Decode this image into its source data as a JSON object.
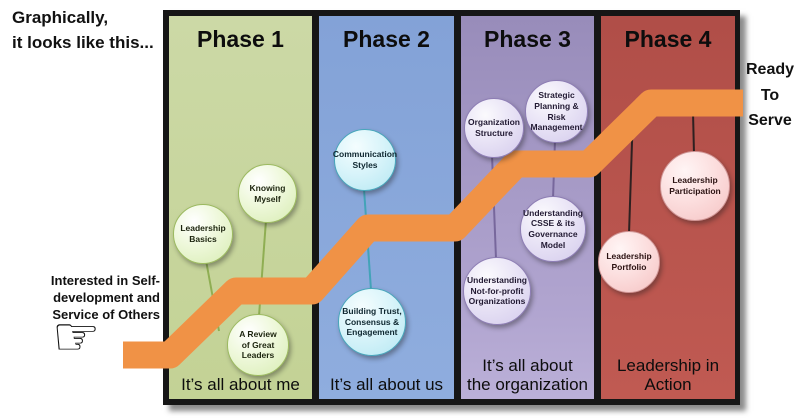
{
  "intro_note": "Graphically,\nit looks like this...",
  "left_note": "Interested in Self-\ndevelopment and\nService of Others",
  "right_note": "Ready\nTo\nServe",
  "pointer_icon_glyph": "☞",
  "arrow_color": "#F09246",
  "frame_border_color": "#161616",
  "phases": [
    {
      "title": "Phase 1",
      "tagline": "It’s all about me",
      "color": "#C5D49C",
      "bubbles": [
        {
          "label": "Leadership\nBasics"
        },
        {
          "label": "Knowing\nMyself"
        },
        {
          "label": "A Review\nof Great\nLeaders"
        }
      ]
    },
    {
      "title": "Phase 2",
      "tagline": "It’s all about us",
      "color": "#86A4D8",
      "bubbles": [
        {
          "label": "Communication\nStyles"
        },
        {
          "label": "Building Trust,\nConsensus &\nEngagement"
        }
      ]
    },
    {
      "title": "Phase 3",
      "tagline": "It’s all about\nthe organization",
      "color": "#A69ACA",
      "bubbles": [
        {
          "label": "Organization\nStructure"
        },
        {
          "label": "Strategic\nPlanning &\nRisk\nManagement"
        },
        {
          "label": "Understanding\nCSSE & its\nGovernance\nModel"
        },
        {
          "label": "Understanding\nNot-for-profit\nOrganizations"
        }
      ]
    },
    {
      "title": "Phase 4",
      "tagline": "Leadership in\nAction",
      "color": "#B8534D",
      "bubbles": [
        {
          "label": "Leadership\nParticipation"
        },
        {
          "label": "Leadership\nPortfolio"
        }
      ]
    }
  ]
}
